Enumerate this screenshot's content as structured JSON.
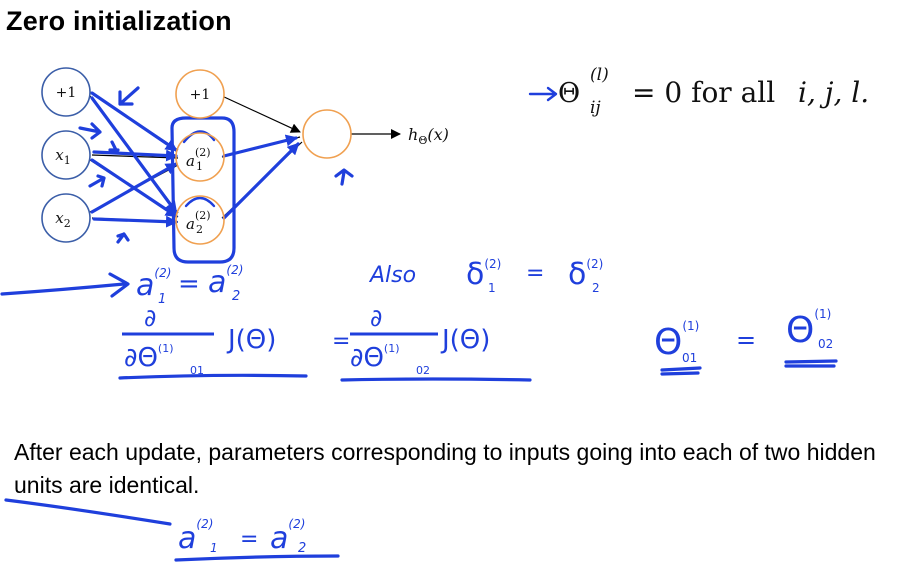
{
  "title": "Zero initialization",
  "network": {
    "input_bias": "+1",
    "input_x1_base": "x",
    "input_x1_sub": "1",
    "input_x2_base": "x",
    "input_x2_sub": "2",
    "hidden_bias": "+1",
    "hidden_a1_base": "a",
    "hidden_a1_sup": "(2)",
    "hidden_a1_sub": "1",
    "hidden_a2_base": "a",
    "hidden_a2_sup": "(2)",
    "hidden_a2_sub": "2",
    "output_label": "h",
    "output_label_sub": "Θ",
    "output_label_arg": "(x)"
  },
  "equation": {
    "theta": "Θ",
    "theta_sup": "(l)",
    "theta_sub": "ij",
    "rhs": "= 0 for all",
    "vars": "i, j, l."
  },
  "handwriting": {
    "line1_left": "a",
    "line1_left_sup": "(2)",
    "line1_left_sub": "1",
    "line1_eq": "=",
    "line1_right": "a",
    "line1_right_sup": "(2)",
    "line1_right_sub": "2",
    "also": "Also",
    "delta_left": "δ",
    "delta_left_sup": "(2)",
    "delta_left_sub": "1",
    "delta_eq": "=",
    "delta_right": "δ",
    "delta_right_sup": "(2)",
    "delta_right_sub": "2",
    "deriv_left_num": "∂",
    "deriv_left_den": "∂Θ",
    "deriv_left_sup": "(1)",
    "deriv_left_sub": "01",
    "deriv_left_fn": "J(Θ)",
    "deriv_eq": "=",
    "deriv_right_num": "∂",
    "deriv_right_den": "∂Θ",
    "deriv_right_sup": "(1)",
    "deriv_right_sub": "02",
    "deriv_right_fn": "J(Θ)",
    "theta_left": "Θ",
    "theta_left_sup": "(1)",
    "theta_left_sub": "01",
    "theta_eq": "=",
    "theta_right": "Θ",
    "theta_right_sup": "(1)",
    "theta_right_sub": "02",
    "bottom_left": "a",
    "bottom_left_sup": "(2)",
    "bottom_left_sub": "1",
    "bottom_eq": "=",
    "bottom_right": "a",
    "bottom_right_sup": "(2)",
    "bottom_right_sub": "2"
  },
  "caption": "After each update, parameters corresponding to inputs going into each of two hidden units are identical.",
  "colors": {
    "input_node": "#3b5ea8",
    "hidden_node": "#f0a050",
    "ink": "#1f3fdc"
  }
}
